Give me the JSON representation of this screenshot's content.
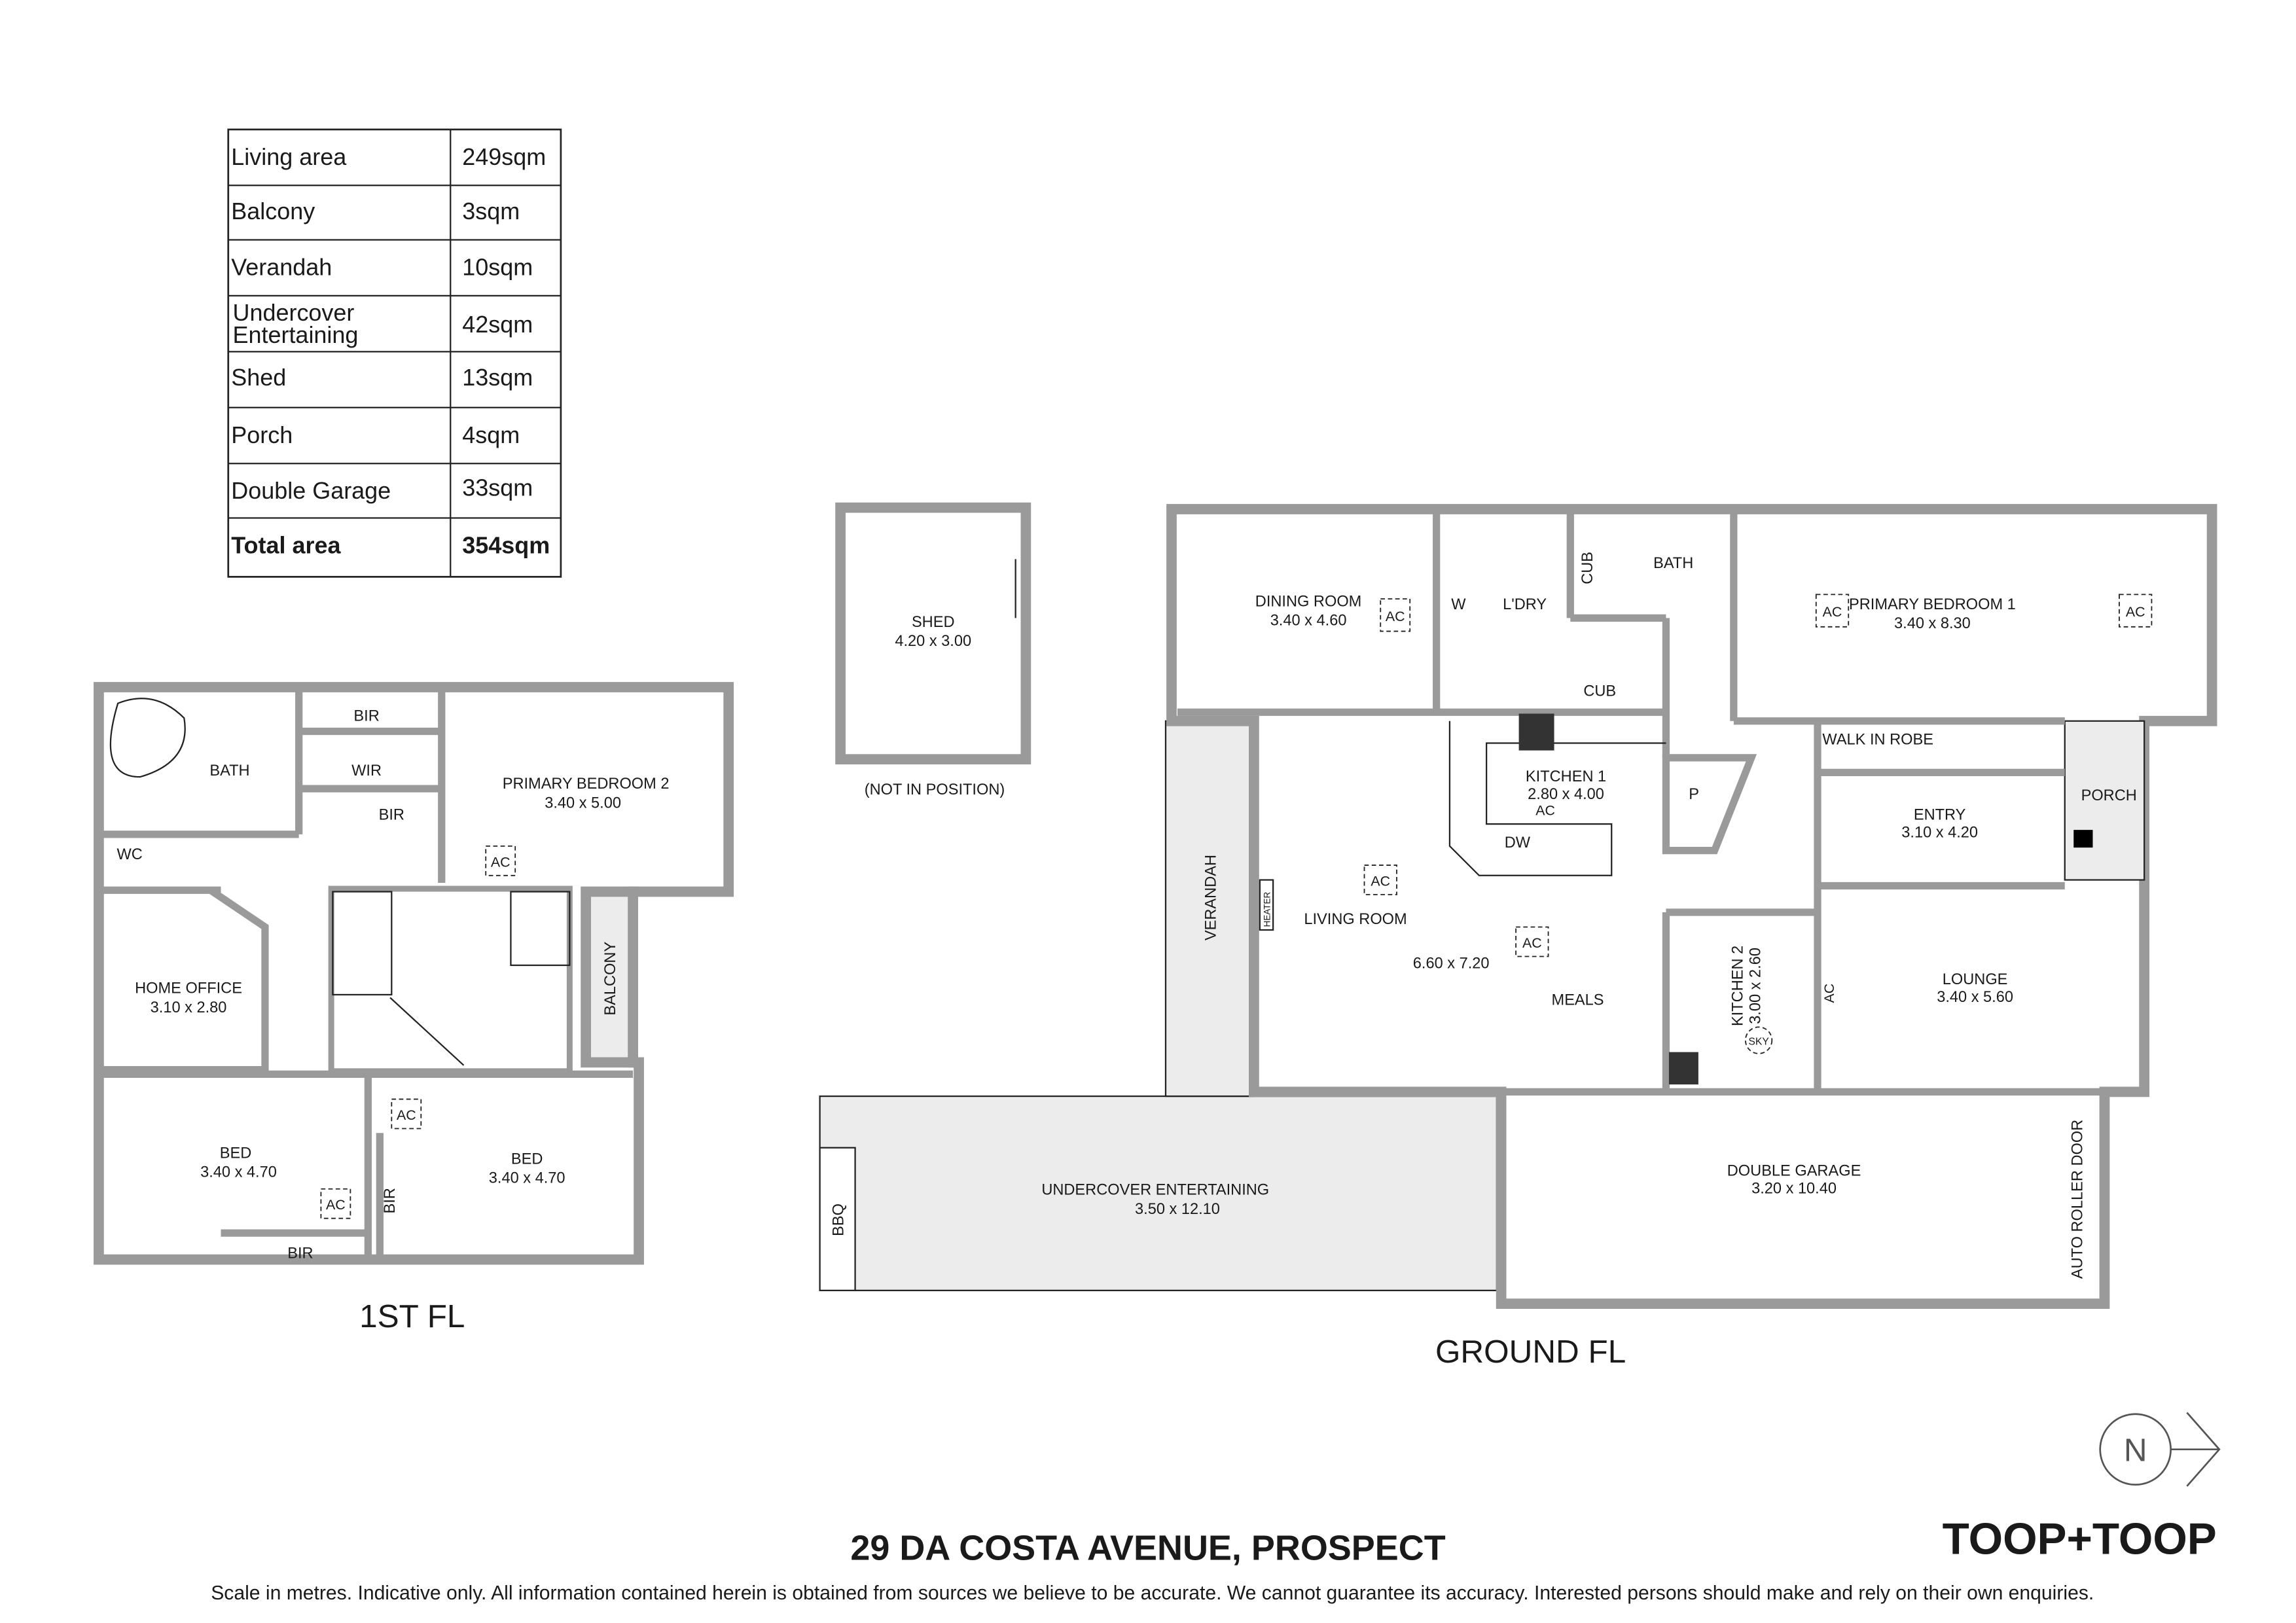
{
  "area_table": {
    "rows": [
      {
        "label": "Living area",
        "value": "249sqm"
      },
      {
        "label": "Balcony",
        "value": "3sqm"
      },
      {
        "label": "Verandah",
        "value": "10sqm"
      },
      {
        "label": "Undercover",
        "label2": "Entertaining",
        "value": "42sqm"
      },
      {
        "label": "Shed",
        "value": "13sqm"
      },
      {
        "label": "Porch",
        "value": "4sqm"
      },
      {
        "label": "Double Garage",
        "value": "33sqm"
      }
    ],
    "total": {
      "label": "Total area",
      "value": "354sqm"
    }
  },
  "first_floor": {
    "title": "1ST FL",
    "rooms": {
      "bath": "BATH",
      "bir1": "BIR",
      "wir": "WIR",
      "bir2": "BIR",
      "primary2": "PRIMARY BEDROOM 2",
      "primary2_dim": "3.40 x 5.00",
      "wc": "WC",
      "home_office": "HOME OFFICE",
      "home_office_dim": "3.10 x 2.80",
      "balcony": "BALCONY",
      "bed1": "BED",
      "bed1_dim": "3.40 x 4.70",
      "bir3": "BIR",
      "bir4": "BIR",
      "bed2": "BED",
      "bed2_dim": "3.40 x 4.70",
      "ac": "AC"
    }
  },
  "ground_floor": {
    "title": "GROUND FL",
    "rooms": {
      "shed": "SHED",
      "shed_dim": "4.20 x 3.00",
      "shed_note": "(NOT IN POSITION)",
      "dining": "DINING ROOM",
      "dining_dim": "3.40 x 4.60",
      "w": "W",
      "ldry": "L'DRY",
      "cub1": "CUB",
      "cub2": "CUB",
      "bath": "BATH",
      "primary1": "PRIMARY BEDROOM 1",
      "primary1_dim": "3.40 x 8.30",
      "kitchen1": "KITCHEN 1",
      "kitchen1_dim": "2.80 x 4.00",
      "dw": "DW",
      "p": "P",
      "walk_in_robe": "WALK IN ROBE",
      "porch": "PORCH",
      "entry": "ENTRY",
      "entry_dim": "3.10 x 4.20",
      "verandah": "VERANDAH",
      "heater": "HEATER",
      "living": "LIVING ROOM",
      "living_dim": "6.60 x 7.20",
      "meals": "MEALS",
      "kitchen2": "KITCHEN 2",
      "kitchen2_dim": "3.00 x 2.60",
      "sky": "SKY",
      "lounge": "LOUNGE",
      "lounge_dim": "3.40 x 5.60",
      "undercover": "UNDERCOVER ENTERTAINING",
      "undercover_dim": "3.50 x 12.10",
      "bbq": "BBQ",
      "garage": "DOUBLE GARAGE",
      "garage_dim": "3.20 x 10.40",
      "roller": "AUTO ROLLER DOOR",
      "ac": "AC"
    }
  },
  "address": "29 DA COSTA AVENUE, PROSPECT",
  "brand": "TOOP+TOOP",
  "compass": "N",
  "disclaimer": "Scale in metres. Indicative only. All information contained herein is obtained from sources we believe to be accurate. We cannot guarantee its accuracy. Interested persons should make and rely on their own enquiries."
}
